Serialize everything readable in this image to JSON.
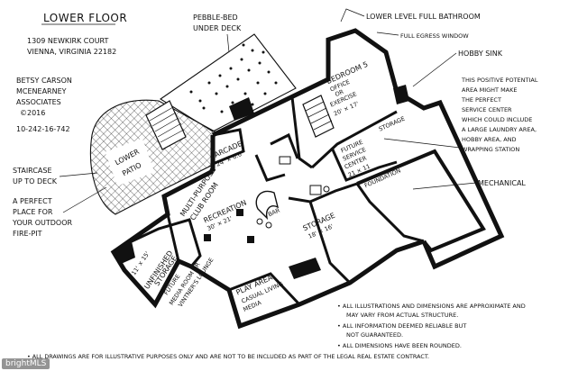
{
  "header": {
    "title": "LOWER FLOOR",
    "address_line1": "1309 NEWKIRK COURT",
    "address_line2": "VIENNA, VIRGINIA 22182"
  },
  "credits": {
    "name_line1": "BETSY CARSON",
    "name_line2": "MCENEARNEY",
    "name_line3": "ASSOCIATES",
    "copyright": "©2016",
    "date_code": "10-242-16-742"
  },
  "callouts": {
    "pebble_bed_line1": "PEBBLE-BED",
    "pebble_bed_line2": "UNDER DECK",
    "lower_bath": "LOWER LEVEL FULL BATHROOM",
    "egress_window": "FULL EGRESS WINDOW",
    "hobby_sink": "HOBBY SINK",
    "service_center": [
      "THIS POSITIVE POTENTIAL",
      "AREA MIGHT MAKE",
      "THE PERFECT",
      "SERVICE CENTER",
      "WHICH COULD INCLUDE",
      "A LARGE LAUNDRY AREA,",
      "HOBBY AREA, AND",
      "WRAPPING STATION"
    ],
    "mechanical": "MECHANICAL",
    "staircase": [
      "STAIRCASE",
      "UP TO DECK"
    ],
    "patio_note": [
      "A PERFECT",
      "PLACE FOR",
      "YOUR OUTDOOR",
      "FIRE-PIT"
    ]
  },
  "rooms": {
    "lower_patio": [
      "LOWER",
      "PATIO"
    ],
    "arcade": [
      "ARCADE",
      "24' × 6.6'"
    ],
    "bedroom": [
      "BEDROOM 5",
      "OFFICE",
      "OR",
      "EXERCISE",
      "20' × 17'"
    ],
    "storage_top": "STORAGE",
    "future_service": [
      "FUTURE",
      "SERVICE",
      "CENTER",
      "21 × 11"
    ],
    "foundation": "FOUNDATION",
    "club_room": [
      "MULTI-PURPOSE",
      "CLUB ROOM",
      "RECREATION",
      "30' × 21'"
    ],
    "bar": "BAR",
    "storage_mid": [
      "STORAGE",
      "18' × 16'"
    ],
    "unfinished": [
      "11' × 15'",
      "UNFINISHED",
      "STORAGE",
      "FUTURE",
      "MEDIA ROOM OR",
      "VINTNER'S LOUNGE"
    ],
    "play_area": [
      "PLAY AREA",
      "CASUAL LIVING",
      "MEDIA"
    ]
  },
  "disclaimers": {
    "note1": [
      "• ALL ILLUSTRATIONS AND DIMENSIONS ARE APPROXIMATE AND",
      "MAY VARY FROM ACTUAL STRUCTURE."
    ],
    "note2": [
      "• ALL INFORMATION DEEMED RELIABLE BUT",
      "NOT GUARANTEED."
    ],
    "note3": "• ALL DIMENSIONS HAVE BEEN ROUNDED.",
    "footer": "• ALL DRAWINGS ARE FOR ILLUSTRATIVE PURPOSES ONLY AND ARE NOT TO BE INCLUDED AS PART OF THE LEGAL REAL ESTATE CONTRACT."
  },
  "watermark": "brightMLS"
}
